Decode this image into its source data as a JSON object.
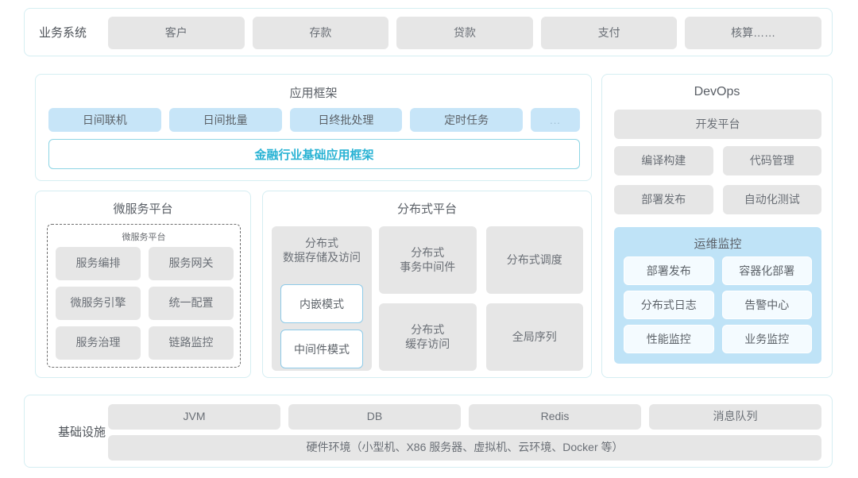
{
  "business_row": {
    "label": "业务系统",
    "items": [
      "客户",
      "存款",
      "贷款",
      "支付",
      "核算……"
    ]
  },
  "app_framework": {
    "title": "应用框架",
    "chips": [
      "日间联机",
      "日间批量",
      "日终批处理",
      "定时任务",
      "..."
    ],
    "banner": "金融行业基础应用框架",
    "banner_color": "#2ab3d4"
  },
  "microservice": {
    "title": "微服务平台",
    "inner_title": "微服务平台",
    "items": [
      "服务编排",
      "服务网关",
      "微服务引擎",
      "统一配置",
      "服务治理",
      "链路监控"
    ]
  },
  "distributed": {
    "title": "分布式平台",
    "column1": {
      "title": "分布式\n数据存储及访问",
      "title_line1": "分布式",
      "title_line2": "数据存储及访问",
      "sub_items": [
        "内嵌模式",
        "中间件模式"
      ]
    },
    "grid_items": [
      "分布式\n事务中间件",
      "分布式调度",
      "分布式\n缓存访问",
      "全局序列"
    ],
    "grid": [
      {
        "line1": "分布式",
        "line2": "事务中间件"
      },
      {
        "line1": "分布式调度",
        "line2": ""
      },
      {
        "line1": "分布式",
        "line2": "缓存访问"
      },
      {
        "line1": "全局序列",
        "line2": ""
      }
    ]
  },
  "devops": {
    "title": "DevOps",
    "platform": "开发平台",
    "items": [
      "编译构建",
      "代码管理",
      "部署发布",
      "自动化测试"
    ],
    "ops": {
      "title": "运维监控",
      "items": [
        "部署发布",
        "容器化部署",
        "分布式日志",
        "告警中心",
        "性能监控",
        "业务监控"
      ]
    }
  },
  "infrastructure": {
    "label": "基础设施",
    "items": [
      "JVM",
      "DB",
      "Redis",
      "消息队列"
    ],
    "hardware": "硬件环境（小型机、X86 服务器、虚拟机、云环境、Docker 等）"
  },
  "theme": {
    "panel_border": "#d5eef2",
    "chip_gray": "#e6e6e6",
    "chip_blue": "#c7e5f8",
    "ops_panel_blue": "#bfe3f7",
    "text_gray": "#6a6f76",
    "accent_cyan": "#2ab3d4"
  }
}
